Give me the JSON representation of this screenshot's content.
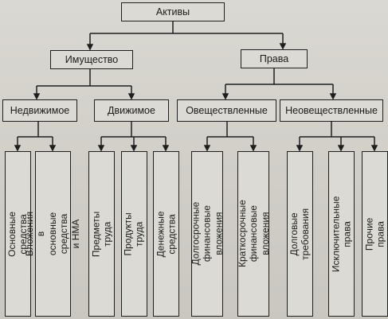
{
  "root": "Активы",
  "groups": {
    "property": "Имущество",
    "rights": "Права"
  },
  "subgroups": {
    "immovable": "Недвижимое",
    "movable": "Движимое",
    "materialized": "Овеществленные",
    "non_materialized": "Неовеществленные"
  },
  "leaves": {
    "fixed_assets": "Основные средства",
    "investments_fixed_assets_intangibles": "Вложения в основные\nсредства и НМА",
    "objects_of_labor": "Предметы труда",
    "products_of_labor": "Продукты труда",
    "cash": "Денежные средства",
    "long_term_financial_investments": "Долгосрочные финансовые\nвложения",
    "short_term_financial_investments": "Краткосрочные финансовые\nвложения",
    "debt_claims": "Долговые требования",
    "exclusive_rights": "Исключительные права",
    "other_rights": "Прочие права"
  }
}
